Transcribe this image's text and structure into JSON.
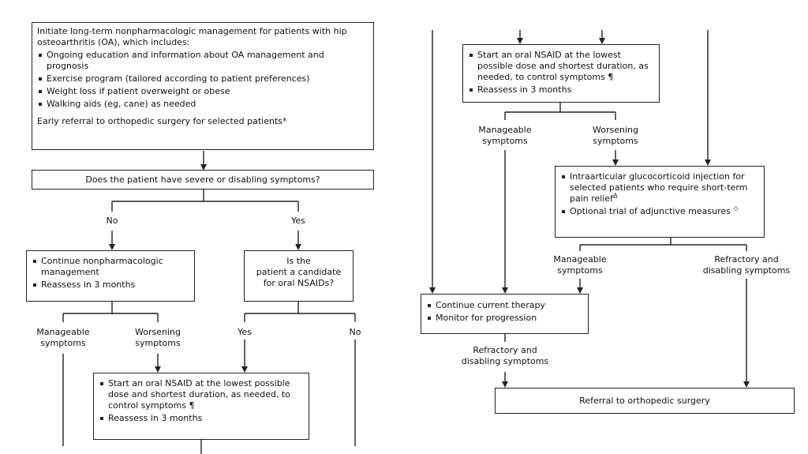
{
  "intro": {
    "lead": "Initiate long-term nonpharmacologic management for patients with hip osteoarthritis (OA), which includes:",
    "items": [
      "Ongoing education and information about OA management and prognosis",
      "Exercise program (tailored according to patient preferences)",
      "Weight loss if patient overweight or obese",
      "Walking aids (eg, cane) as needed"
    ],
    "referral": "Early referral to orthopedic surgery for selected patients*"
  },
  "q_severe": "Does the patient have severe or disabling symptoms?",
  "branch_no": "No",
  "branch_yes": "Yes",
  "continue_nonpharm": [
    "Continue nonpharmacologic management",
    "Reassess in 3 months"
  ],
  "q_nsaid": [
    "Is the",
    "patient a candidate",
    "for oral NSAIDs?"
  ],
  "manageable_left": [
    "Manageable",
    "symptoms"
  ],
  "worsening_left": [
    "Worsening",
    "symptoms"
  ],
  "nsaid_yes": "Yes",
  "nsaid_no": "No",
  "nsaid_box_left": [
    "Start an oral NSAID at the lowest possible dose and shortest duration, as needed, to control symptoms ¶",
    "Reassess in 3 months"
  ],
  "nsaid_box_right": [
    "Start an oral NSAID at the lowest possible dose and shortest duration, as needed, to control symptoms ¶",
    "Reassess in 3 months"
  ],
  "manageable_right1": [
    "Manageable",
    "symptoms"
  ],
  "worsening_right": [
    "Worsening",
    "symptoms"
  ],
  "injection_box": {
    "item1": "Intraarticular glucocorticoid injection for selected patients who require short-term pain relief",
    "item1_mark": "Δ",
    "item2": "Optional trial of adjunctive measures",
    "item2_mark": "◇"
  },
  "manageable_right2": [
    "Manageable",
    "symptoms"
  ],
  "refractory_right": [
    "Refractory and",
    "disabling symptoms"
  ],
  "continue_current": [
    "Continue current therapy",
    "Monitor for progression"
  ],
  "refractory_mid": [
    "Refractory and",
    "disabling symptoms"
  ],
  "referral_box": "Referral to orthopedic surgery"
}
